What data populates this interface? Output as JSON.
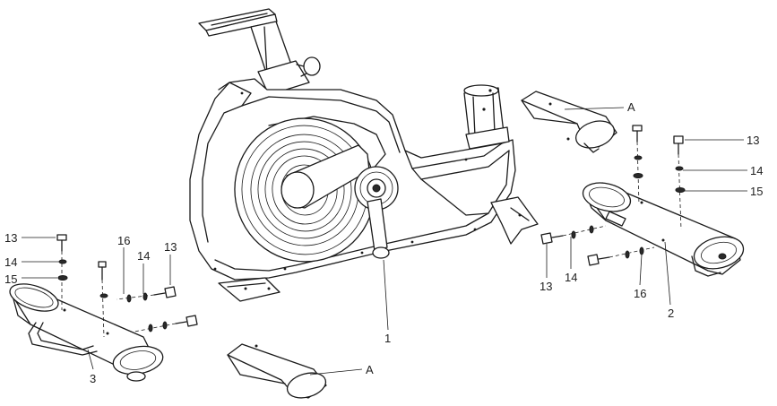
{
  "callouts": {
    "frame": "1",
    "rear_stabilizer": "2",
    "front_stabilizer": "3",
    "bolt": "13",
    "spring_washer": "14",
    "flat_washer": "15",
    "washer": "16",
    "cover": "A"
  }
}
